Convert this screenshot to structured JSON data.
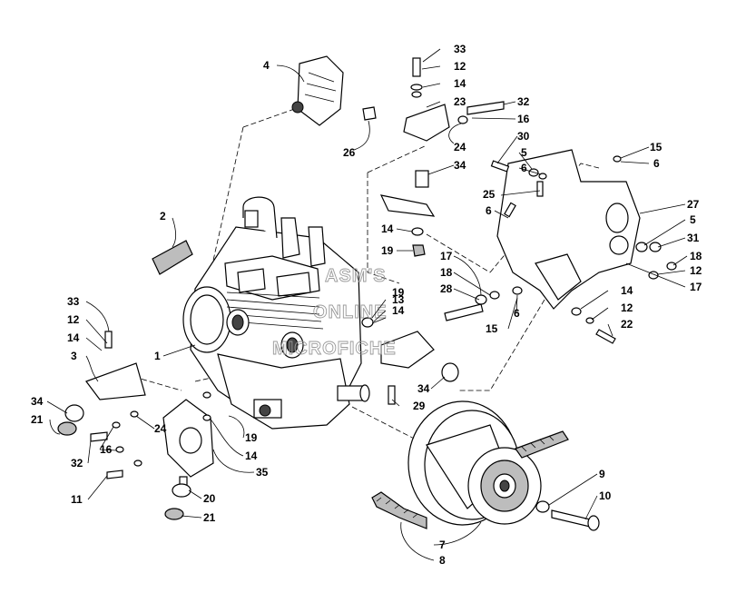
{
  "watermark": [
    "ASM'S",
    "ONLINE",
    "MICROFICHE"
  ],
  "callouts": [
    {
      "id": "c33a",
      "label": "33"
    },
    {
      "id": "c12a",
      "label": "12"
    },
    {
      "id": "c14a",
      "label": "14"
    },
    {
      "id": "c23",
      "label": "23"
    },
    {
      "id": "c32a",
      "label": "32"
    },
    {
      "id": "c16a",
      "label": "16"
    },
    {
      "id": "c24a",
      "label": "24"
    },
    {
      "id": "c34a",
      "label": "34"
    },
    {
      "id": "c4",
      "label": "4"
    },
    {
      "id": "c26",
      "label": "26"
    },
    {
      "id": "c30",
      "label": "30"
    },
    {
      "id": "c5a",
      "label": "5"
    },
    {
      "id": "c6a",
      "label": "6"
    },
    {
      "id": "c15a",
      "label": "15"
    },
    {
      "id": "c6b",
      "label": "6"
    },
    {
      "id": "c25",
      "label": "25"
    },
    {
      "id": "c27",
      "label": "27"
    },
    {
      "id": "c6c",
      "label": "6"
    },
    {
      "id": "c5b",
      "label": "5"
    },
    {
      "id": "c31",
      "label": "31"
    },
    {
      "id": "c18a",
      "label": "18"
    },
    {
      "id": "c12b",
      "label": "12"
    },
    {
      "id": "c17a",
      "label": "17"
    },
    {
      "id": "c2",
      "label": "2"
    },
    {
      "id": "c14b",
      "label": "14"
    },
    {
      "id": "c19a",
      "label": "19"
    },
    {
      "id": "c17b",
      "label": "17"
    },
    {
      "id": "c18b",
      "label": "18"
    },
    {
      "id": "c28",
      "label": "28"
    },
    {
      "id": "c13",
      "label": "13"
    },
    {
      "id": "c19b",
      "label": "19"
    },
    {
      "id": "c14c",
      "label": "14"
    },
    {
      "id": "c6d",
      "label": "6"
    },
    {
      "id": "c15b",
      "label": "15"
    },
    {
      "id": "c14d",
      "label": "14"
    },
    {
      "id": "c12c",
      "label": "12"
    },
    {
      "id": "c22",
      "label": "22"
    },
    {
      "id": "c33b",
      "label": "33"
    },
    {
      "id": "c12d",
      "label": "12"
    },
    {
      "id": "c14e",
      "label": "14"
    },
    {
      "id": "c3",
      "label": "3"
    },
    {
      "id": "c1",
      "label": "1"
    },
    {
      "id": "c34b",
      "label": "34"
    },
    {
      "id": "c29",
      "label": "29"
    },
    {
      "id": "c34c",
      "label": "34"
    },
    {
      "id": "c21a",
      "label": "21"
    },
    {
      "id": "c24b",
      "label": "24"
    },
    {
      "id": "c19c",
      "label": "19"
    },
    {
      "id": "c16b",
      "label": "16"
    },
    {
      "id": "c14f",
      "label": "14"
    },
    {
      "id": "c32b",
      "label": "32"
    },
    {
      "id": "c35",
      "label": "35"
    },
    {
      "id": "c11",
      "label": "11"
    },
    {
      "id": "c20",
      "label": "20"
    },
    {
      "id": "c21b",
      "label": "21"
    },
    {
      "id": "c9",
      "label": "9"
    },
    {
      "id": "c10",
      "label": "10"
    },
    {
      "id": "c7",
      "label": "7"
    },
    {
      "id": "c8",
      "label": "8"
    }
  ]
}
